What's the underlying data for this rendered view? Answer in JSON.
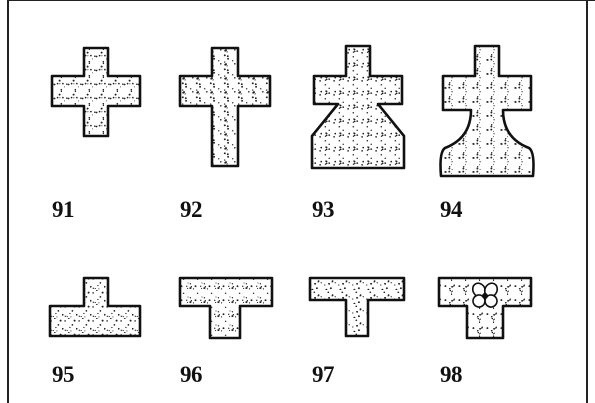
{
  "figures": [
    {
      "number": "91",
      "shape": "greek-cross"
    },
    {
      "number": "92",
      "shape": "latin-cross"
    },
    {
      "number": "93",
      "shape": "cross-on-trapezoid-base"
    },
    {
      "number": "94",
      "shape": "cross-on-bell-base"
    },
    {
      "number": "95",
      "shape": "inverted-t-with-knob"
    },
    {
      "number": "96",
      "shape": "t-shape"
    },
    {
      "number": "97",
      "shape": "t-shape-narrow"
    },
    {
      "number": "98",
      "shape": "t-shape-with-quatrefoil-ornament"
    }
  ],
  "colors": {
    "outline": "#111111",
    "fill": "#ffffff",
    "stipple": "#222222",
    "frame": "#222222"
  }
}
